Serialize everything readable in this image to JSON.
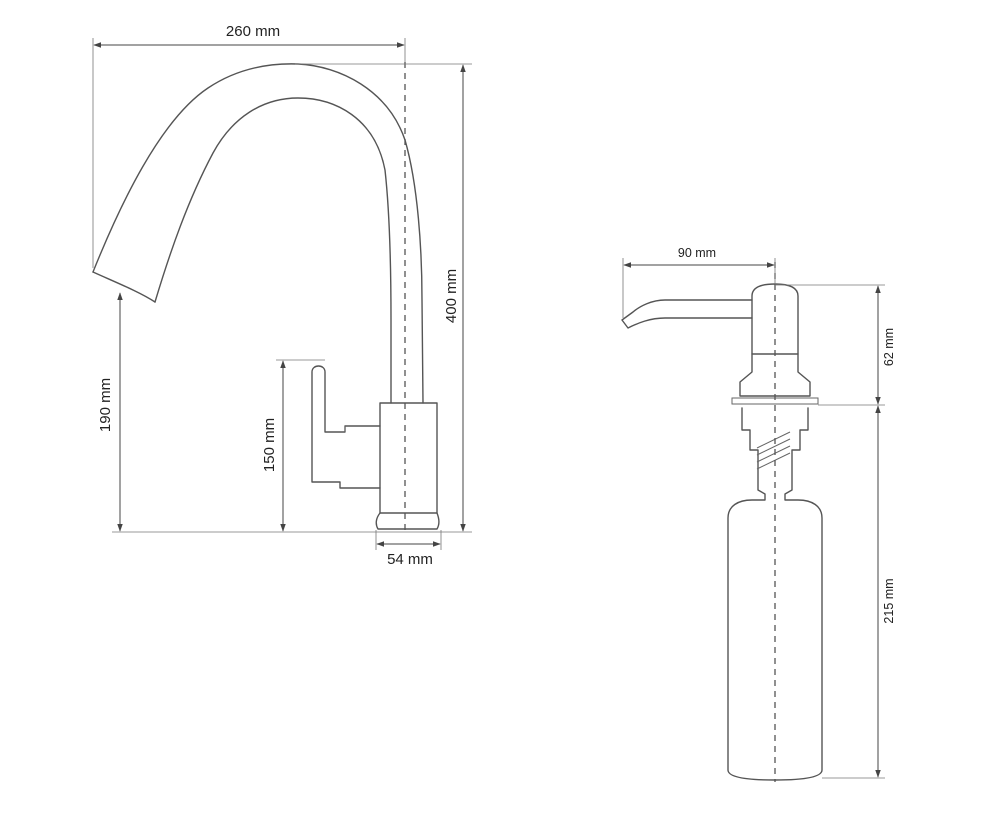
{
  "faucet": {
    "dimensions": {
      "width": "260 mm",
      "height": "400 mm",
      "spout_height": "190 mm",
      "handle_height": "150 mm",
      "base_diameter": "54 mm"
    }
  },
  "soap_dispenser": {
    "dimensions": {
      "reach": "90 mm",
      "head_height": "62 mm",
      "bottle_length": "215 mm"
    }
  }
}
